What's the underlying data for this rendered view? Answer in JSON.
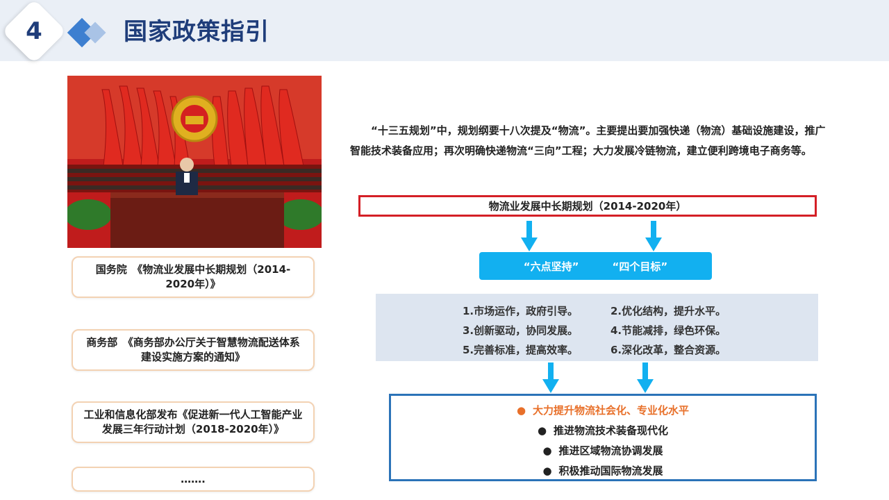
{
  "header": {
    "section_number": "4",
    "title": "国家政策指引"
  },
  "policies": [
    {
      "text": "国务院　《物流业发展中长期规划（2014-2020年）》"
    },
    {
      "text": "商务部　《商务部办公厅关于智慧物流配送体系建设实施方案的通知》"
    },
    {
      "text": "工业和信息化部发布《促进新一代人工智能产业发展三年行动计划（2018-2020年）》"
    },
    {
      "text": "……."
    }
  ],
  "intro": {
    "text": "“十三五规划”中，规划纲要十八次提及“物流”。主要提出要加强快递（物流）基础设施建设，推广智能技术装备应用；再次明确快递物流“三向”工程；大力发展冷链物流，建立便利跨境电子商务等。"
  },
  "plan": {
    "title": "物流业发展中长期规划（2014-2020年）",
    "pill_left": "“六点坚持”",
    "pill_right": "“四个目标”",
    "principles": [
      [
        "1.市场运作，政府引导。",
        "2.优化结构，提升水平。"
      ],
      [
        "3.创新驱动，协同发展。",
        "4.节能减排，绿色环保。"
      ],
      [
        "5.完善标准，提高效率。",
        "6.深化改革，整合资源。"
      ]
    ],
    "goals": [
      {
        "bullet": "●",
        "text": "大力提升物流社会化、专业化水平"
      },
      {
        "bullet": "●",
        "text": "推进物流技术装备现代化"
      },
      {
        "bullet": "●",
        "text": "推进区域物流协调发展"
      },
      {
        "bullet": "●",
        "text": "积极推动国际物流发展"
      }
    ]
  },
  "colors": {
    "title_blue": "#1f3d7a",
    "accent_red": "#d41f26",
    "pill_blue": "#12b0f0",
    "goal_orange": "#e8702a",
    "goal_border": "#2b73b8"
  }
}
